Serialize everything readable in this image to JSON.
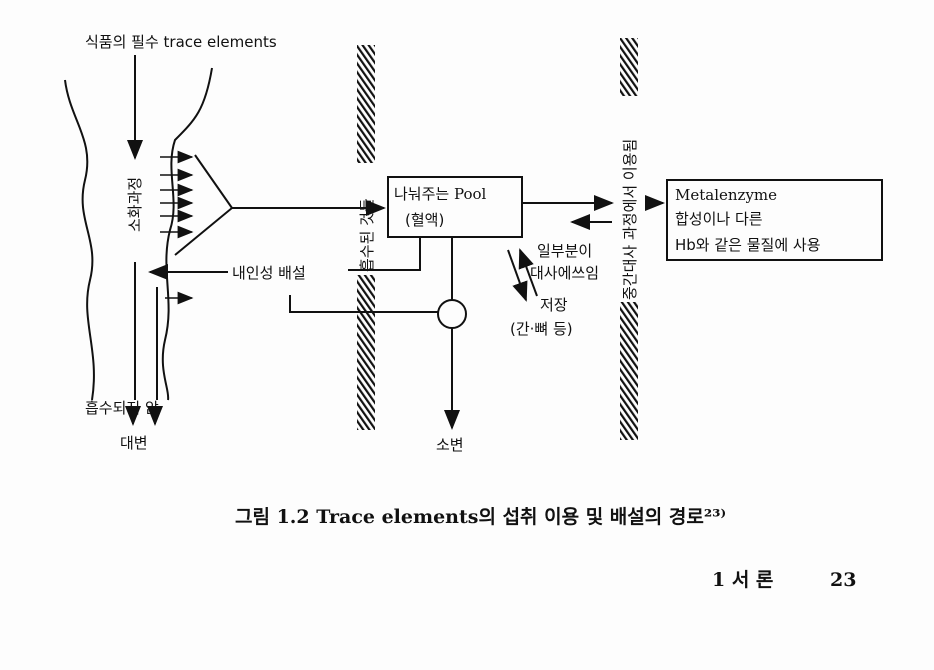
{
  "diagram": {
    "title": "식품의 필수  trace elements",
    "digestion": "소화과정",
    "not_absorbed": "흡수되지 않",
    "feces": "대변",
    "endogenous": "내인성 배설",
    "absorbed": "흡수된 것들",
    "pool_line1": "나눠주는 Pool",
    "pool_line2": "(혈액)",
    "intermediate": "중간대사 과정에서 이용됨",
    "use_line1": "Metalenzyme",
    "use_line2": "합성이나 다른",
    "use_line3": "Hb와 같은 물질에 사용",
    "partial1": "일부분이",
    "partial2": "대사에쓰임",
    "storage": "저장",
    "storage_sites": "(간·뼈 등)",
    "urine": "소변"
  },
  "caption": "그림 1.2  Trace elements의 섭취 이용 및 배설의 경로²³⁾",
  "footer": {
    "chapter": "1 서  론",
    "page": "23"
  }
}
